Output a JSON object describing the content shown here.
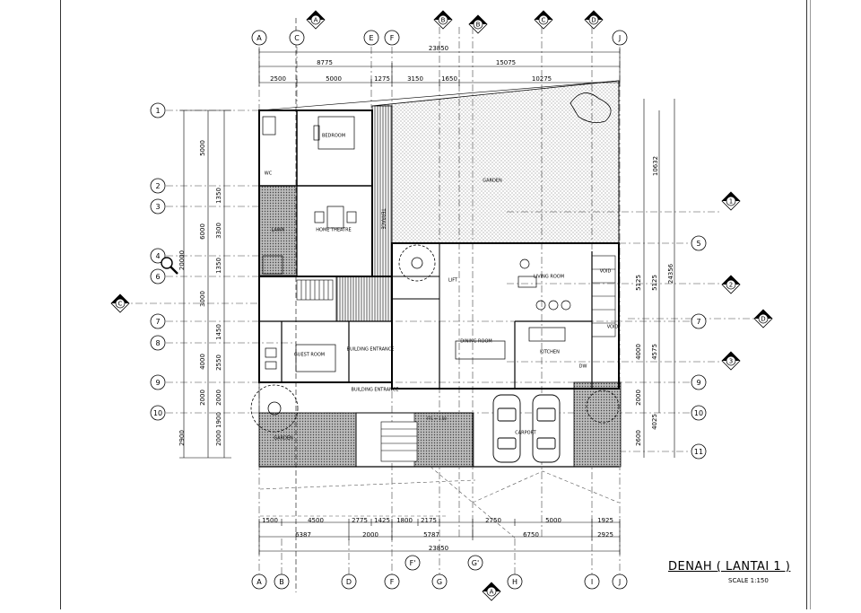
{
  "drawing": {
    "title": "DENAH ( LANTAI 1 )",
    "scale": "SCALE 1:150"
  },
  "grid_top": [
    "A",
    "C",
    "E",
    "F",
    "J"
  ],
  "grid_bottom": [
    "A",
    "B",
    "D",
    "F",
    "G",
    "H",
    "I",
    "J"
  ],
  "grid_rows_left": [
    "1",
    "2",
    "3",
    "4",
    "6",
    "7",
    "8",
    "9",
    "10"
  ],
  "grid_rows_right": [
    "5",
    "7",
    "9",
    "10",
    "11"
  ],
  "sections": {
    "A": "A",
    "B": "B",
    "C": "C",
    "D": "D"
  },
  "section_marks_right": [
    "1",
    "2",
    "3"
  ],
  "sub_grid_bottom": [
    "F'",
    "G'"
  ],
  "dims_top": {
    "total": "23850",
    "row2": [
      "8775",
      "15075"
    ],
    "row3": [
      "2500",
      "5000",
      "1275",
      "3150",
      "1650",
      "10275"
    ]
  },
  "dims_bottom": {
    "row1": [
      "1500",
      "4500",
      "2775",
      "1425",
      "1800",
      "2175",
      "2750",
      "5000",
      "1925"
    ],
    "row2": [
      "6387",
      "2000",
      "5787",
      "6750",
      "2925"
    ],
    "total": "23850"
  },
  "dims_left": {
    "outer": [
      "5000",
      "6000",
      "20000",
      "3000",
      "4000",
      "2000",
      "2900"
    ],
    "inner": [
      "1350",
      "3300",
      "1350",
      "1450",
      "2550",
      "2000",
      "1900",
      "2000"
    ]
  },
  "dims_right": {
    "outer": [
      "10632",
      "24356"
    ],
    "inner": [
      "5125",
      "5125",
      "4000",
      "4575",
      "2000",
      "4025",
      "2600"
    ]
  },
  "rooms": {
    "bedroom": "BEDROOM",
    "garden": "GARDEN",
    "terrace": "TERRACE",
    "lawn": "LAWN",
    "home_theatre": "HOME THEATRE",
    "living_room": "LIVING ROOM",
    "dining_room": "DINING ROOM",
    "kitchen": "KITCHEN",
    "guest_room": "GUEST ROOM",
    "building_entrance_1": "BUILDING ENTRANCE",
    "building_entrance_2": "BUILDING ENTRANCE",
    "carport": "CARPORT",
    "garden_2": "GARDEN",
    "lift": "LIFT",
    "void_1": "VOID",
    "void_2": "VOID",
    "dw": "DW",
    "wc": "WC",
    "lvl": "FFL + 1.50"
  }
}
